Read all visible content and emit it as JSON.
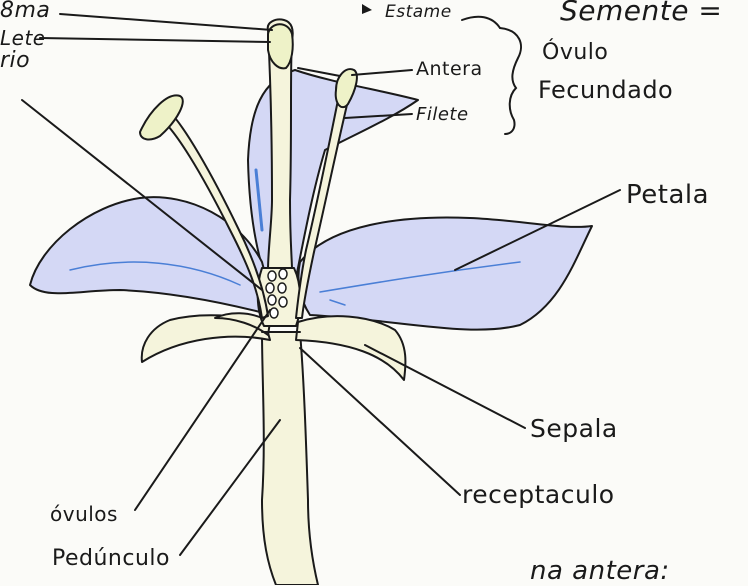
{
  "labels": {
    "estigma_cut": "8ma",
    "filete_cut": "Lete",
    "ovario_cut": "rio",
    "estame": "Estame",
    "semente": "Semente =",
    "antera": "Antera",
    "filete": "Filete",
    "ovulo": "Óvulo",
    "fecundado": "Fecundado",
    "petala": "Petala",
    "sepala": "Sepala",
    "receptaculo": "receptaculo",
    "ovulos": "óvulos",
    "pedunculo": "Pedúnculo",
    "bottom_note": "na antera:"
  },
  "colors": {
    "petal_fill": "#d4d8f5",
    "petal_vein": "#4a7fd6",
    "stem_fill": "#f5f4dc",
    "anther_fill": "#eef2c8",
    "outline": "#1a1a1a"
  }
}
